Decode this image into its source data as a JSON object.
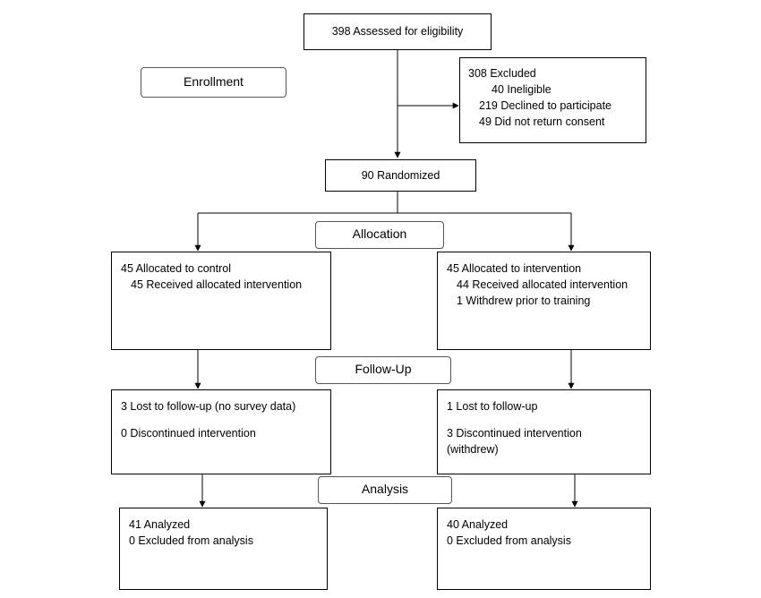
{
  "flow": {
    "assessed": "398 Assessed for eligibility",
    "excluded": {
      "title": "308 Excluded",
      "items": [
        "40 Ineligible",
        "219 Declined to participate",
        "49 Did not return consent"
      ]
    },
    "randomized": "90 Randomized",
    "stages": {
      "enrollment": "Enrollment",
      "allocation": "Allocation",
      "followup": "Follow-Up",
      "analysis": "Analysis"
    },
    "control": {
      "allocated": "45 Allocated to control",
      "received": "45 Received allocated intervention",
      "lost": "3 Lost to follow-up (no survey data)",
      "discontinued": "0 Discontinued intervention",
      "analyzed": "41 Analyzed",
      "excluded": "0 Excluded from analysis"
    },
    "intervention": {
      "allocated": "45 Allocated to intervention",
      "received": "44 Received allocated intervention",
      "withdrew": "1 Withdrew prior to training",
      "lost": "1 Lost to follow-up",
      "discontinued": "3 Discontinued intervention",
      "discontinued_note": "(withdrew)",
      "analyzed": "40 Analyzed",
      "excluded": "0 Excluded from analysis"
    }
  }
}
